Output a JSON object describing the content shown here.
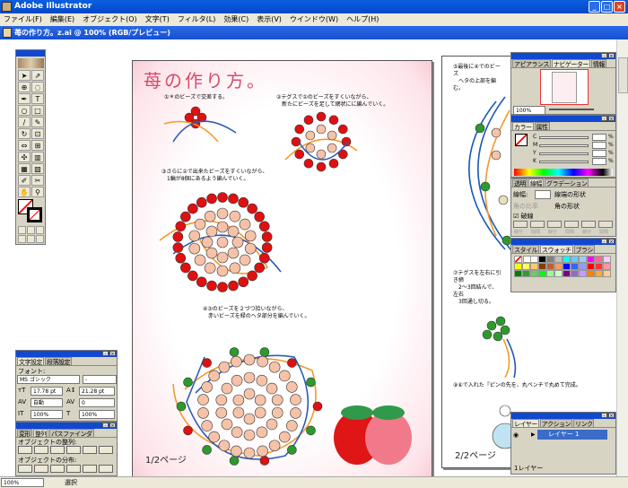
{
  "app": {
    "title": "Adobe Illustrator"
  },
  "menu": [
    "ファイル(F)",
    "編集(E)",
    "オブジェクト(O)",
    "文字(T)",
    "フィルタ(L)",
    "効果(C)",
    "表示(V)",
    "ウインドウ(W)",
    "ヘルプ(H)"
  ],
  "document": {
    "title": "苺の作り方。z.ai @ 100% (RGB/プレビュー)"
  },
  "page1": {
    "title": "苺の作り方。",
    "steps": [
      "①＊のビーズで交差する。",
      "②テグスで①のビーズをすくいながら、\n　新たにビーズを足して網状にに編んでいく。",
      "③さらに②で出来たビーズをすくいながら、\n　1輪が8個にあるよう編んでいく。",
      "④③のビーズを２づつ拾いながら、\n　赤いビーズを緑のヘタ部分を編んでいく。"
    ],
    "page_label": "1/2ページ"
  },
  "page2": {
    "steps": [
      "⑤最後に④でのビーズ\n　ヘタの上部を編む。",
      "⑦テグスを左右に引き締\n　2～3回結んで、左右\n　3回通し切る。",
      "⑨⑥で入れた『ピンの先を、丸ペンチで丸めて完成。"
    ],
    "page_label": "2/2ページ"
  },
  "navigator": {
    "tabs": [
      "アピアランス",
      "ナビゲーター",
      "情報"
    ],
    "zoom": "100%"
  },
  "color": {
    "tabs": [
      "カラー",
      "属性"
    ],
    "channels": [
      "C",
      "M",
      "Y",
      "K"
    ],
    "unit": "%"
  },
  "stroke": {
    "tabs": [
      "透明",
      "線幅",
      "グラデーション"
    ],
    "weight_label": "線幅:",
    "cap_label": "線端の形状",
    "miter_label": "角の比率",
    "join_label": "角の形状",
    "dashed_label": "破線",
    "dash_labels": [
      "線分",
      "間隔",
      "線分",
      "間隔",
      "線分",
      "間隔"
    ]
  },
  "swatches": {
    "tabs": [
      "スタイル",
      "スウォッチ",
      "ブラシ"
    ],
    "colors": [
      "#ffffff",
      "#000000",
      "#808080",
      "#c0c0c0",
      "#00ffff",
      "#66ccff",
      "#99ccff",
      "#ff00ff",
      "#ff6699",
      "#ffccff",
      "#ffff00",
      "#ffff66",
      "#ffcc66",
      "#804000",
      "#c06030",
      "#ff9966",
      "#0000ff",
      "#3366ff",
      "#9999ff",
      "#ff0000",
      "#ff3333",
      "#ff9999",
      "#008000",
      "#339933",
      "#66cc66",
      "#00ff00",
      "#99ff99",
      "#ccffcc",
      "#800080",
      "#9966cc",
      "#cc99ff",
      "#ff8000",
      "#ffaa33",
      "#ffcc99"
    ]
  },
  "layers": {
    "tabs": [
      "レイヤー",
      "アクション",
      "リンク"
    ],
    "items": [
      {
        "name": "レイヤー 1"
      }
    ],
    "count": "1レイヤー"
  },
  "character": {
    "tabs": [
      "文字設定",
      "段落設定"
    ],
    "font_label": "フォント:",
    "font": "MS ゴシック",
    "style": "-",
    "size": "17.78 pt",
    "leading": "21.28 pt",
    "tracking": "自動",
    "kerning": "0",
    "vscale": "100%",
    "hscale": "100%"
  },
  "align": {
    "tabs": [
      "変形",
      "整列",
      "パスファインダ"
    ],
    "align_label": "オブジェクトの整列:",
    "distribute_label": "オブジェクトの分布:"
  },
  "status": {
    "zoom": "100%",
    "tool": "選択"
  }
}
